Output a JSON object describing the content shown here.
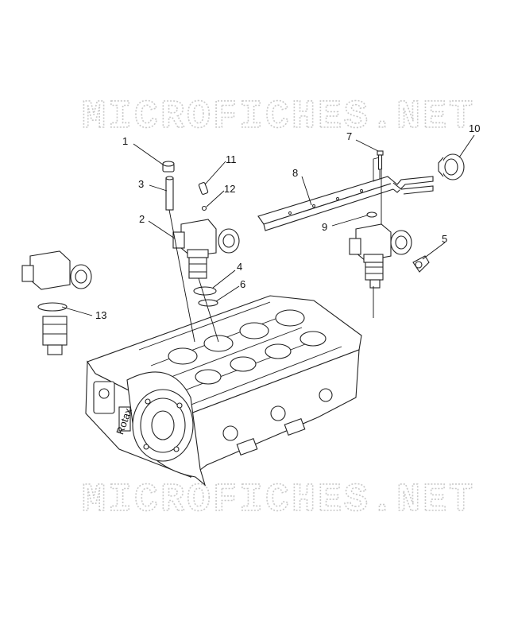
{
  "watermarks": [
    "MICROFICHES.NET",
    "MICROFICHES.NET"
  ],
  "callouts": [
    {
      "id": "1",
      "label": "1"
    },
    {
      "id": "2",
      "label": "2"
    },
    {
      "id": "3",
      "label": "3"
    },
    {
      "id": "4",
      "label": "4"
    },
    {
      "id": "5",
      "label": "5"
    },
    {
      "id": "6",
      "label": "6"
    },
    {
      "id": "7",
      "label": "7"
    },
    {
      "id": "8",
      "label": "8"
    },
    {
      "id": "9",
      "label": "9"
    },
    {
      "id": "10",
      "label": "10"
    },
    {
      "id": "11",
      "label": "11"
    },
    {
      "id": "12",
      "label": "12"
    },
    {
      "id": "13",
      "label": "13"
    }
  ],
  "engine_badge": "Rotax",
  "colors": {
    "line": "#222222",
    "watermark": "#c9c9c9",
    "background": "#ffffff"
  }
}
